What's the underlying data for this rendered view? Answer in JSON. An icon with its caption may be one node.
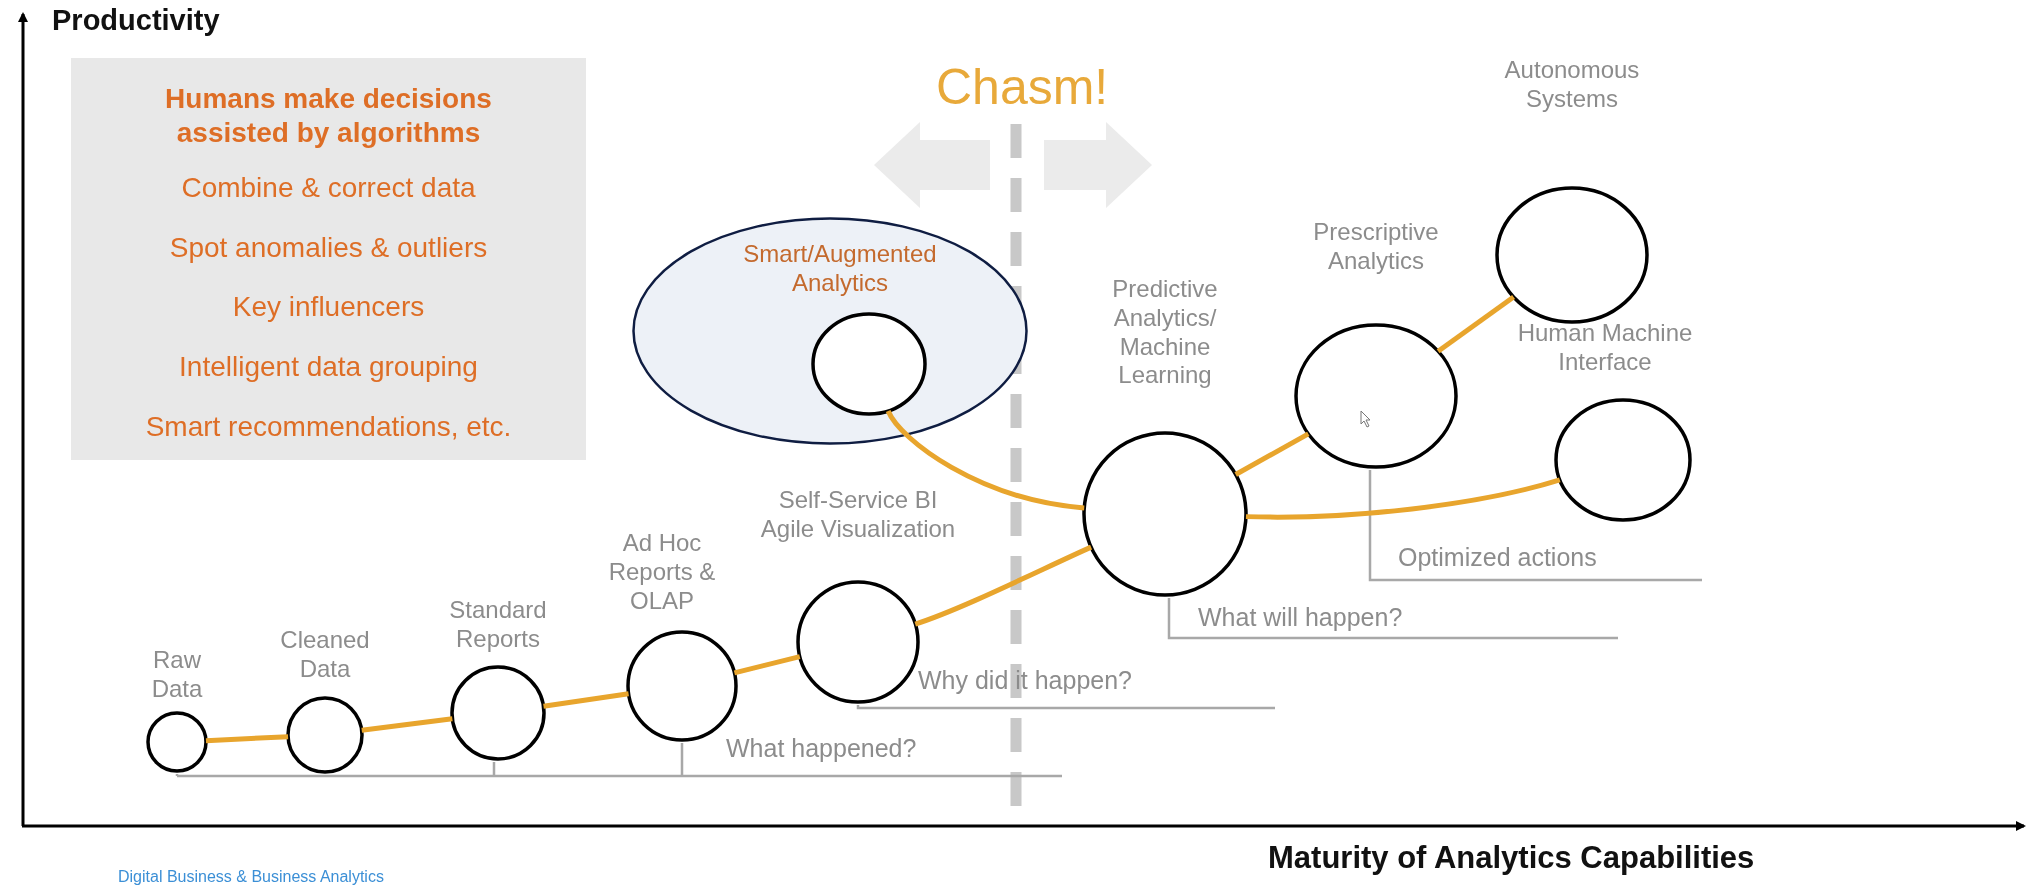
{
  "diagram": {
    "nodes": [
      {
        "text": [
          "Humans make decisions assisted by algorithms",
          "Combine & correct data",
          "Spot anomalies & outliers",
          "Key influencers",
          "Intelligent data grouping",
          "Smart recommendations, etc."
        ]
      },
      {
        "text": [
          "Smart/Augmented Analytics"
        ]
      },
      {
        "text": [],
        "shape": "circle",
        "in": 1
      },
      {
        "text": [
          "Raw Data"
        ]
      },
      {
        "text": [
          "Cleaned Data"
        ]
      },
      {
        "text": [
          "Standard Reports"
        ]
      },
      {
        "text": [
          "Ad Hoc Reports & OLAP"
        ]
      },
      {
        "text": [
          "Self-Service BI Agile Visualization"
        ]
      },
      {
        "text": [
          "Predictive Analytics/ Machine Learning"
        ]
      },
      {
        "text": [
          "Prescriptive Analytics"
        ]
      },
      {
        "text": [
          "Autonomous Systems"
        ]
      },
      {
        "text": [
          "Human Machine Interface"
        ]
      }
    ],
    "edges": [
      {
        "from": 3,
        "to": 4,
        "arrow": "none"
      },
      {
        "from": 4,
        "to": 5,
        "arrow": "none"
      },
      {
        "from": 5,
        "to": 6,
        "arrow": "none"
      },
      {
        "from": 6,
        "to": 7,
        "arrow": "none"
      },
      {
        "from": 7,
        "to": 8,
        "arrow": "none"
      },
      {
        "from": 2,
        "to": 8,
        "arrow": "none"
      },
      {
        "from": 8,
        "to": 9,
        "arrow": "none"
      },
      {
        "from": 9,
        "to": 10,
        "arrow": "none"
      },
      {
        "from": 8,
        "to": 11,
        "arrow": "none"
      }
    ],
    "labels": [
      "Productivity",
      "Chasm!",
      "What happened?",
      "Why did it happen?",
      "What will happen?",
      "Optimized actions",
      "Maturity of Analytics Capabilities",
      "Digital Business & Business Analytics"
    ]
  }
}
